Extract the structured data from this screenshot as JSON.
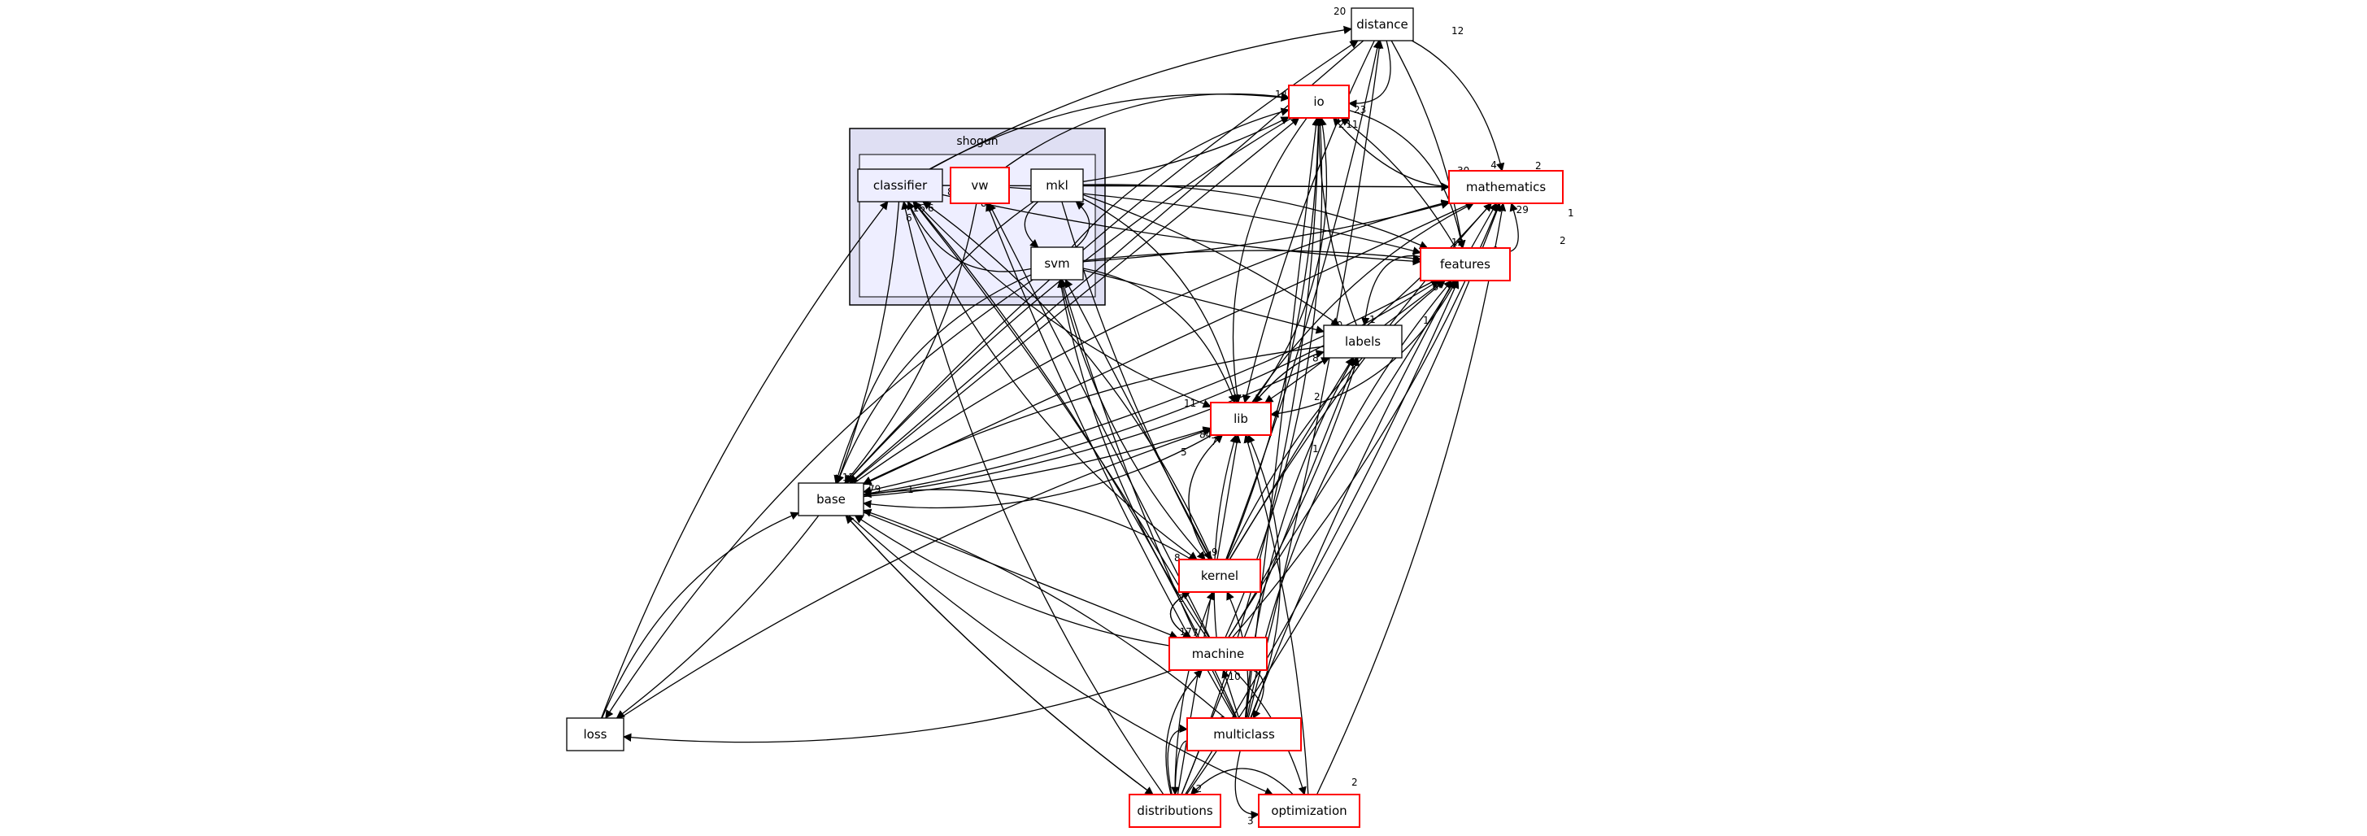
{
  "cluster": {
    "label": "shogun"
  },
  "colors": {
    "stroke": "#000000",
    "red_border": "#ff0000",
    "cluster_fill": "#dfdff3",
    "cluster_inner_fill": "#eeeeff",
    "edge": "#000000"
  },
  "nodes": [
    {
      "id": "distance",
      "label": "distance",
      "style": "black"
    },
    {
      "id": "io",
      "label": "io",
      "style": "red"
    },
    {
      "id": "mathematics",
      "label": "mathematics",
      "style": "red"
    },
    {
      "id": "features",
      "label": "features",
      "style": "red"
    },
    {
      "id": "labels",
      "label": "labels",
      "style": "black"
    },
    {
      "id": "lib",
      "label": "lib",
      "style": "red"
    },
    {
      "id": "base",
      "label": "base",
      "style": "black"
    },
    {
      "id": "kernel",
      "label": "kernel",
      "style": "red"
    },
    {
      "id": "machine",
      "label": "machine",
      "style": "red"
    },
    {
      "id": "multiclass",
      "label": "multiclass",
      "style": "red"
    },
    {
      "id": "loss",
      "label": "loss",
      "style": "black"
    },
    {
      "id": "distributions",
      "label": "distributions",
      "style": "red"
    },
    {
      "id": "optimization",
      "label": "optimization",
      "style": "red"
    },
    {
      "id": "classifier",
      "label": "classifier",
      "style": "cluster"
    },
    {
      "id": "vw",
      "label": "vw",
      "style": "red"
    },
    {
      "id": "mkl",
      "label": "mkl",
      "style": "black"
    },
    {
      "id": "svm",
      "label": "svm",
      "style": "black"
    }
  ],
  "edges": [
    {
      "from": "distance",
      "to": "io",
      "label": "23"
    },
    {
      "from": "distance",
      "to": "mathematics",
      "label": "4"
    },
    {
      "from": "distance",
      "to": "features",
      "label": "12"
    },
    {
      "from": "distance",
      "to": "base",
      "label": ""
    },
    {
      "from": "distance",
      "to": "lib",
      "label": ""
    },
    {
      "from": "io",
      "to": "base",
      "label": ""
    },
    {
      "from": "io",
      "to": "lib",
      "label": ""
    },
    {
      "from": "io",
      "to": "features",
      "label": ""
    },
    {
      "from": "mathematics",
      "to": "io",
      "label": "2"
    },
    {
      "from": "mathematics",
      "to": "lib",
      "label": ""
    },
    {
      "from": "mathematics",
      "to": "base",
      "label": ""
    },
    {
      "from": "features",
      "to": "io",
      "label": "11"
    },
    {
      "from": "features",
      "to": "mathematics",
      "label": "29"
    },
    {
      "from": "features",
      "to": "labels",
      "label": "1"
    },
    {
      "from": "features",
      "to": "lib",
      "label": ""
    },
    {
      "from": "features",
      "to": "base",
      "label": ""
    },
    {
      "from": "labels",
      "to": "io",
      "label": ""
    },
    {
      "from": "labels",
      "to": "features",
      "label": "6"
    },
    {
      "from": "labels",
      "to": "lib",
      "label": ""
    },
    {
      "from": "labels",
      "to": "base",
      "label": ""
    },
    {
      "from": "lib",
      "to": "io",
      "label": ""
    },
    {
      "from": "lib",
      "to": "base",
      "label": ""
    },
    {
      "from": "lib",
      "to": "mathematics",
      "label": ""
    },
    {
      "from": "lib",
      "to": "labels",
      "label": "8"
    },
    {
      "from": "base",
      "to": "io",
      "label": ""
    },
    {
      "from": "base",
      "to": "lib",
      "label": "84"
    },
    {
      "from": "base",
      "to": "labels",
      "label": ""
    },
    {
      "from": "base",
      "to": "features",
      "label": ""
    },
    {
      "from": "base",
      "to": "mathematics",
      "label": ""
    },
    {
      "from": "base",
      "to": "distance",
      "label": ""
    },
    {
      "from": "base",
      "to": "loss",
      "label": ""
    },
    {
      "from": "base",
      "to": "machine",
      "label": ""
    },
    {
      "from": "base",
      "to": "distributions",
      "label": ""
    },
    {
      "from": "base",
      "to": "optimization",
      "label": ""
    },
    {
      "from": "kernel",
      "to": "base",
      "label": "79"
    },
    {
      "from": "kernel",
      "to": "lib",
      "label": "7"
    },
    {
      "from": "kernel",
      "to": "features",
      "label": ""
    },
    {
      "from": "kernel",
      "to": "mathematics",
      "label": ""
    },
    {
      "from": "kernel",
      "to": "labels",
      "label": ""
    },
    {
      "from": "kernel",
      "to": "distance",
      "label": ""
    },
    {
      "from": "kernel",
      "to": "io",
      "label": ""
    },
    {
      "from": "kernel",
      "to": "machine",
      "label": "17"
    },
    {
      "from": "machine",
      "to": "kernel",
      "label": "2"
    },
    {
      "from": "machine",
      "to": "base",
      "label": ""
    },
    {
      "from": "machine",
      "to": "lib",
      "label": ""
    },
    {
      "from": "machine",
      "to": "features",
      "label": ""
    },
    {
      "from": "machine",
      "to": "labels",
      "label": ""
    },
    {
      "from": "machine",
      "to": "mathematics",
      "label": ""
    },
    {
      "from": "machine",
      "to": "io",
      "label": ""
    },
    {
      "from": "machine",
      "to": "loss",
      "label": ""
    },
    {
      "from": "machine",
      "to": "multiclass",
      "label": ""
    },
    {
      "from": "machine",
      "to": "optimization",
      "label": ""
    },
    {
      "from": "multiclass",
      "to": "machine",
      "label": "10"
    },
    {
      "from": "multiclass",
      "to": "kernel",
      "label": ""
    },
    {
      "from": "multiclass",
      "to": "base",
      "label": ""
    },
    {
      "from": "multiclass",
      "to": "lib",
      "label": ""
    },
    {
      "from": "multiclass",
      "to": "features",
      "label": ""
    },
    {
      "from": "multiclass",
      "to": "labels",
      "label": ""
    },
    {
      "from": "multiclass",
      "to": "mathematics",
      "label": ""
    },
    {
      "from": "multiclass",
      "to": "io",
      "label": ""
    },
    {
      "from": "multiclass",
      "to": "distance",
      "label": ""
    },
    {
      "from": "multiclass",
      "to": "distributions",
      "label": ""
    },
    {
      "from": "multiclass",
      "to": "optimization",
      "label": "3"
    },
    {
      "from": "loss",
      "to": "base",
      "label": ""
    },
    {
      "from": "loss",
      "to": "lib",
      "label": ""
    },
    {
      "from": "distributions",
      "to": "base",
      "label": ""
    },
    {
      "from": "distributions",
      "to": "lib",
      "label": ""
    },
    {
      "from": "distributions",
      "to": "features",
      "label": ""
    },
    {
      "from": "distributions",
      "to": "mathematics",
      "label": ""
    },
    {
      "from": "distributions",
      "to": "io",
      "label": ""
    },
    {
      "from": "distributions",
      "to": "multiclass",
      "label": ""
    },
    {
      "from": "distributions",
      "to": "machine",
      "label": ""
    },
    {
      "from": "distributions",
      "to": "kernel",
      "label": ""
    },
    {
      "from": "distributions",
      "to": "labels",
      "label": ""
    },
    {
      "from": "optimization",
      "to": "lib",
      "label": ""
    },
    {
      "from": "optimization",
      "to": "mathematics",
      "label": ""
    },
    {
      "from": "optimization",
      "to": "distributions",
      "label": "2"
    },
    {
      "from": "classifier",
      "to": "io",
      "label": ""
    },
    {
      "from": "classifier",
      "to": "distance",
      "label": ""
    },
    {
      "from": "classifier",
      "to": "base",
      "label": ""
    },
    {
      "from": "classifier",
      "to": "mathematics",
      "label": ""
    },
    {
      "from": "classifier",
      "to": "features",
      "label": ""
    },
    {
      "from": "classifier",
      "to": "lib",
      "label": ""
    },
    {
      "from": "classifier",
      "to": "kernel",
      "label": ""
    },
    {
      "from": "vw",
      "to": "io",
      "label": ""
    },
    {
      "from": "vw",
      "to": "base",
      "label": ""
    },
    {
      "from": "vw",
      "to": "features",
      "label": ""
    },
    {
      "from": "vw",
      "to": "classifier",
      "label": "8"
    },
    {
      "from": "mkl",
      "to": "io",
      "label": ""
    },
    {
      "from": "mkl",
      "to": "svm",
      "label": ""
    },
    {
      "from": "mkl",
      "to": "base",
      "label": ""
    },
    {
      "from": "mkl",
      "to": "lib",
      "label": ""
    },
    {
      "from": "mkl",
      "to": "features",
      "label": ""
    },
    {
      "from": "mkl",
      "to": "labels",
      "label": ""
    },
    {
      "from": "mkl",
      "to": "mathematics",
      "label": ""
    },
    {
      "from": "mkl",
      "to": "kernel",
      "label": ""
    },
    {
      "from": "svm",
      "to": "mkl",
      "label": ""
    },
    {
      "from": "svm",
      "to": "base",
      "label": "15"
    },
    {
      "from": "svm",
      "to": "lib",
      "label": ""
    },
    {
      "from": "svm",
      "to": "io",
      "label": ""
    },
    {
      "from": "svm",
      "to": "features",
      "label": ""
    },
    {
      "from": "svm",
      "to": "labels",
      "label": ""
    },
    {
      "from": "svm",
      "to": "mathematics",
      "label": ""
    },
    {
      "from": "svm",
      "to": "kernel",
      "label": ""
    },
    {
      "from": "svm",
      "to": "loss",
      "label": ""
    },
    {
      "from": "svm",
      "to": "classifier",
      "label": "16"
    },
    {
      "from": "machine",
      "to": "svm",
      "label": ""
    },
    {
      "from": "multiclass",
      "to": "svm",
      "label": ""
    },
    {
      "from": "kernel",
      "to": "svm",
      "label": ""
    },
    {
      "from": "machine",
      "to": "classifier",
      "label": ""
    },
    {
      "from": "multiclass",
      "to": "classifier",
      "label": ""
    },
    {
      "from": "kernel",
      "to": "classifier",
      "label": "6"
    },
    {
      "from": "distributions",
      "to": "classifier",
      "label": ""
    },
    {
      "from": "loss",
      "to": "classifier",
      "label": ""
    },
    {
      "from": "multiclass",
      "to": "vw",
      "label": ""
    },
    {
      "from": "machine",
      "to": "vw",
      "label": ""
    }
  ],
  "extra_labels": [
    "20",
    "12",
    "14",
    "37",
    "30",
    "2",
    "1",
    "2",
    "8",
    "6",
    "1",
    "1",
    "10",
    "2",
    "1",
    "11",
    "5",
    "3",
    "1",
    "8",
    "9",
    "7",
    "2",
    "1",
    "2"
  ]
}
